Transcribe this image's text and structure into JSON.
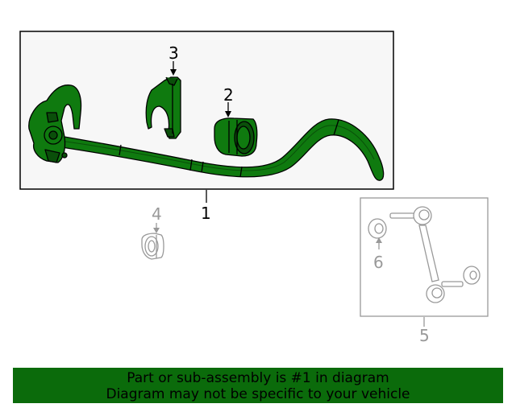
{
  "callouts": [
    {
      "id": "1",
      "label": "1",
      "active": true
    },
    {
      "id": "2",
      "label": "2",
      "active": true
    },
    {
      "id": "3",
      "label": "3",
      "active": true
    },
    {
      "id": "4",
      "label": "4",
      "active": false
    },
    {
      "id": "5",
      "label": "5",
      "active": false
    },
    {
      "id": "6",
      "label": "6",
      "active": false
    }
  ],
  "banner": {
    "line1": "Part or sub-assembly is #1 in diagram",
    "line2": "Diagram may not be specific to your vehicle"
  },
  "colors": {
    "part_fill": "#0f7a0f",
    "part_dark": "#0a4f0a",
    "active_frame": "#000000",
    "inactive": "#999999",
    "banner_bg": "#0b6b0b"
  }
}
